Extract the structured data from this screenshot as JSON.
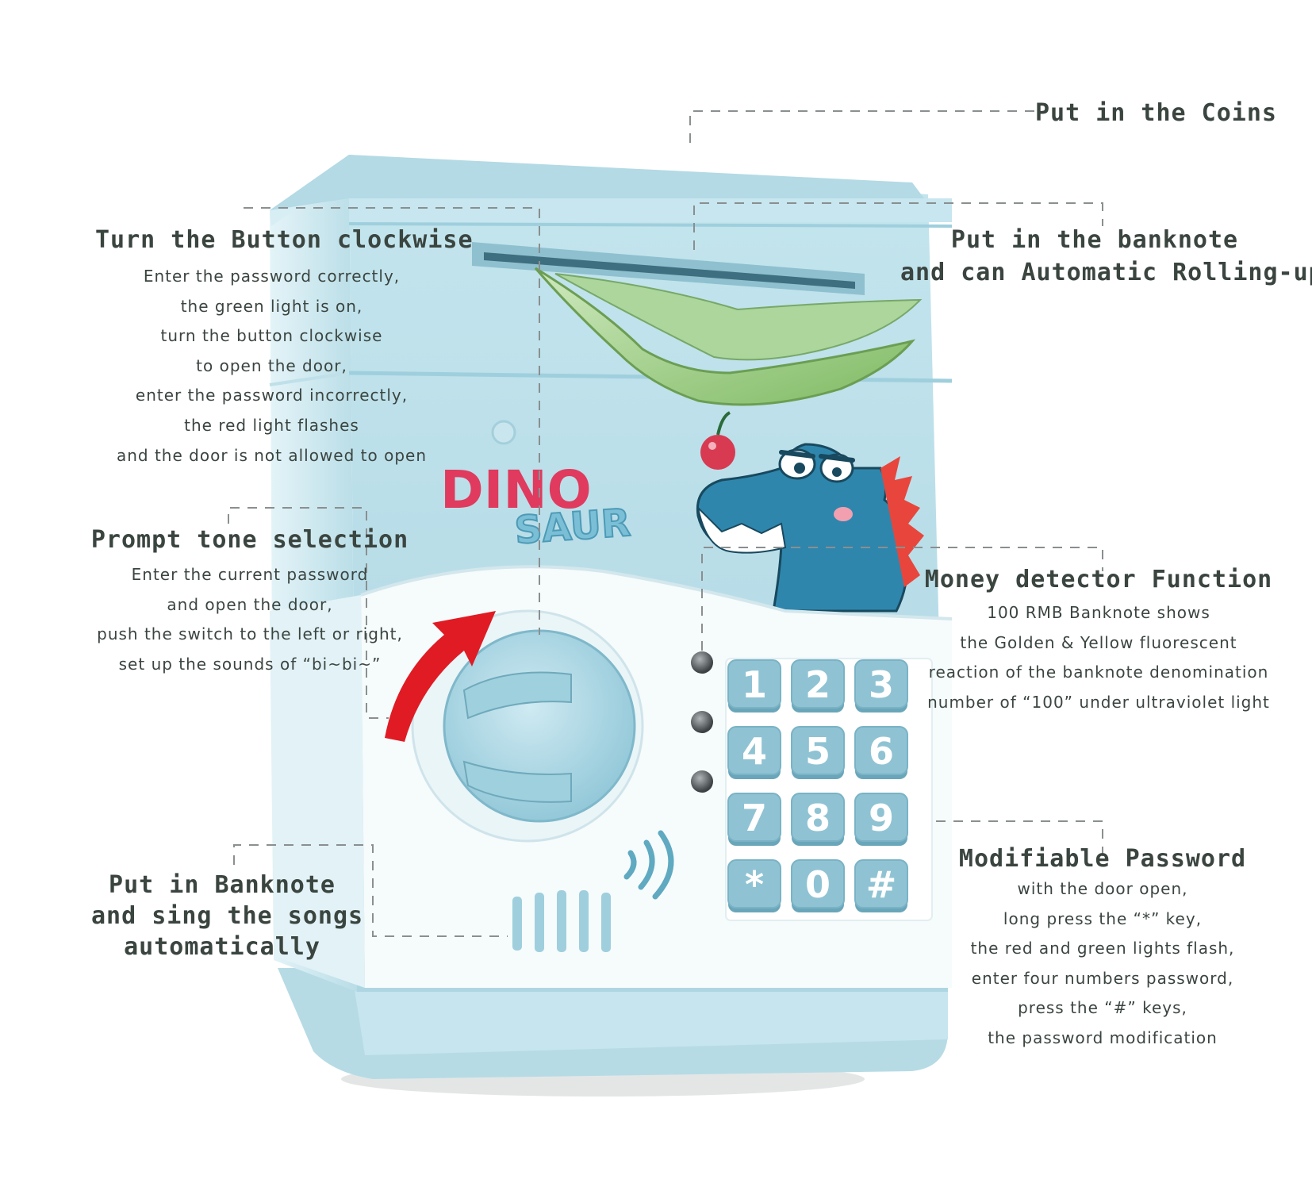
{
  "annotations": {
    "coins": {
      "title": "Put in the Coins"
    },
    "banknote": {
      "title_1": "Put in the banknote",
      "title_2": "and can Automatic Rolling-up"
    },
    "button": {
      "title": "Turn the Button clockwise",
      "lines": [
        "Enter the password correctly,",
        "the green light is on,",
        "turn the button clockwise",
        "to open the door,",
        "enter the password incorrectly,",
        "the red light flashes",
        "and the door is not allowed to open"
      ]
    },
    "tone": {
      "title": "Prompt tone selection",
      "lines": [
        "Enter the current password",
        "and open the door,",
        "push the switch to the left or right,",
        "set up the sounds of “bi~bi~”"
      ]
    },
    "detector": {
      "title": "Money detector Function",
      "lines": [
        "100 RMB Banknote shows",
        "the Golden & Yellow fluorescent",
        "reaction of the banknote denomination",
        "number of “100” under ultraviolet light"
      ]
    },
    "songs": {
      "title_1": "Put in Banknote",
      "title_2": "and sing the songs",
      "title_3": "automatically"
    },
    "password": {
      "title": "Modifiable Password",
      "lines": [
        "with the door open,",
        "long press the “*” key,",
        "the red and green lights flash,",
        "enter four numbers password,",
        "press the “#” keys,",
        "the password modification"
      ]
    }
  },
  "product": {
    "logo_top": "DINO",
    "logo_bottom": "SAUR",
    "keypad": [
      "1",
      "2",
      "3",
      "4",
      "5",
      "6",
      "7",
      "8",
      "9",
      "*",
      "0",
      "#"
    ]
  },
  "colors": {
    "body": "#cde9f0",
    "body_dark": "#a8d3df",
    "keypad_key": "#8fc3d3",
    "door_panel": "#f6fbfc",
    "arrow": "#e01b24",
    "logo_pink": "#e03a5e",
    "logo_blue": "#7bbfd6",
    "dino": "#2f86ad",
    "text": "#3b4540"
  },
  "icons": [
    "sound-wave-icon",
    "red-arrow-icon"
  ]
}
